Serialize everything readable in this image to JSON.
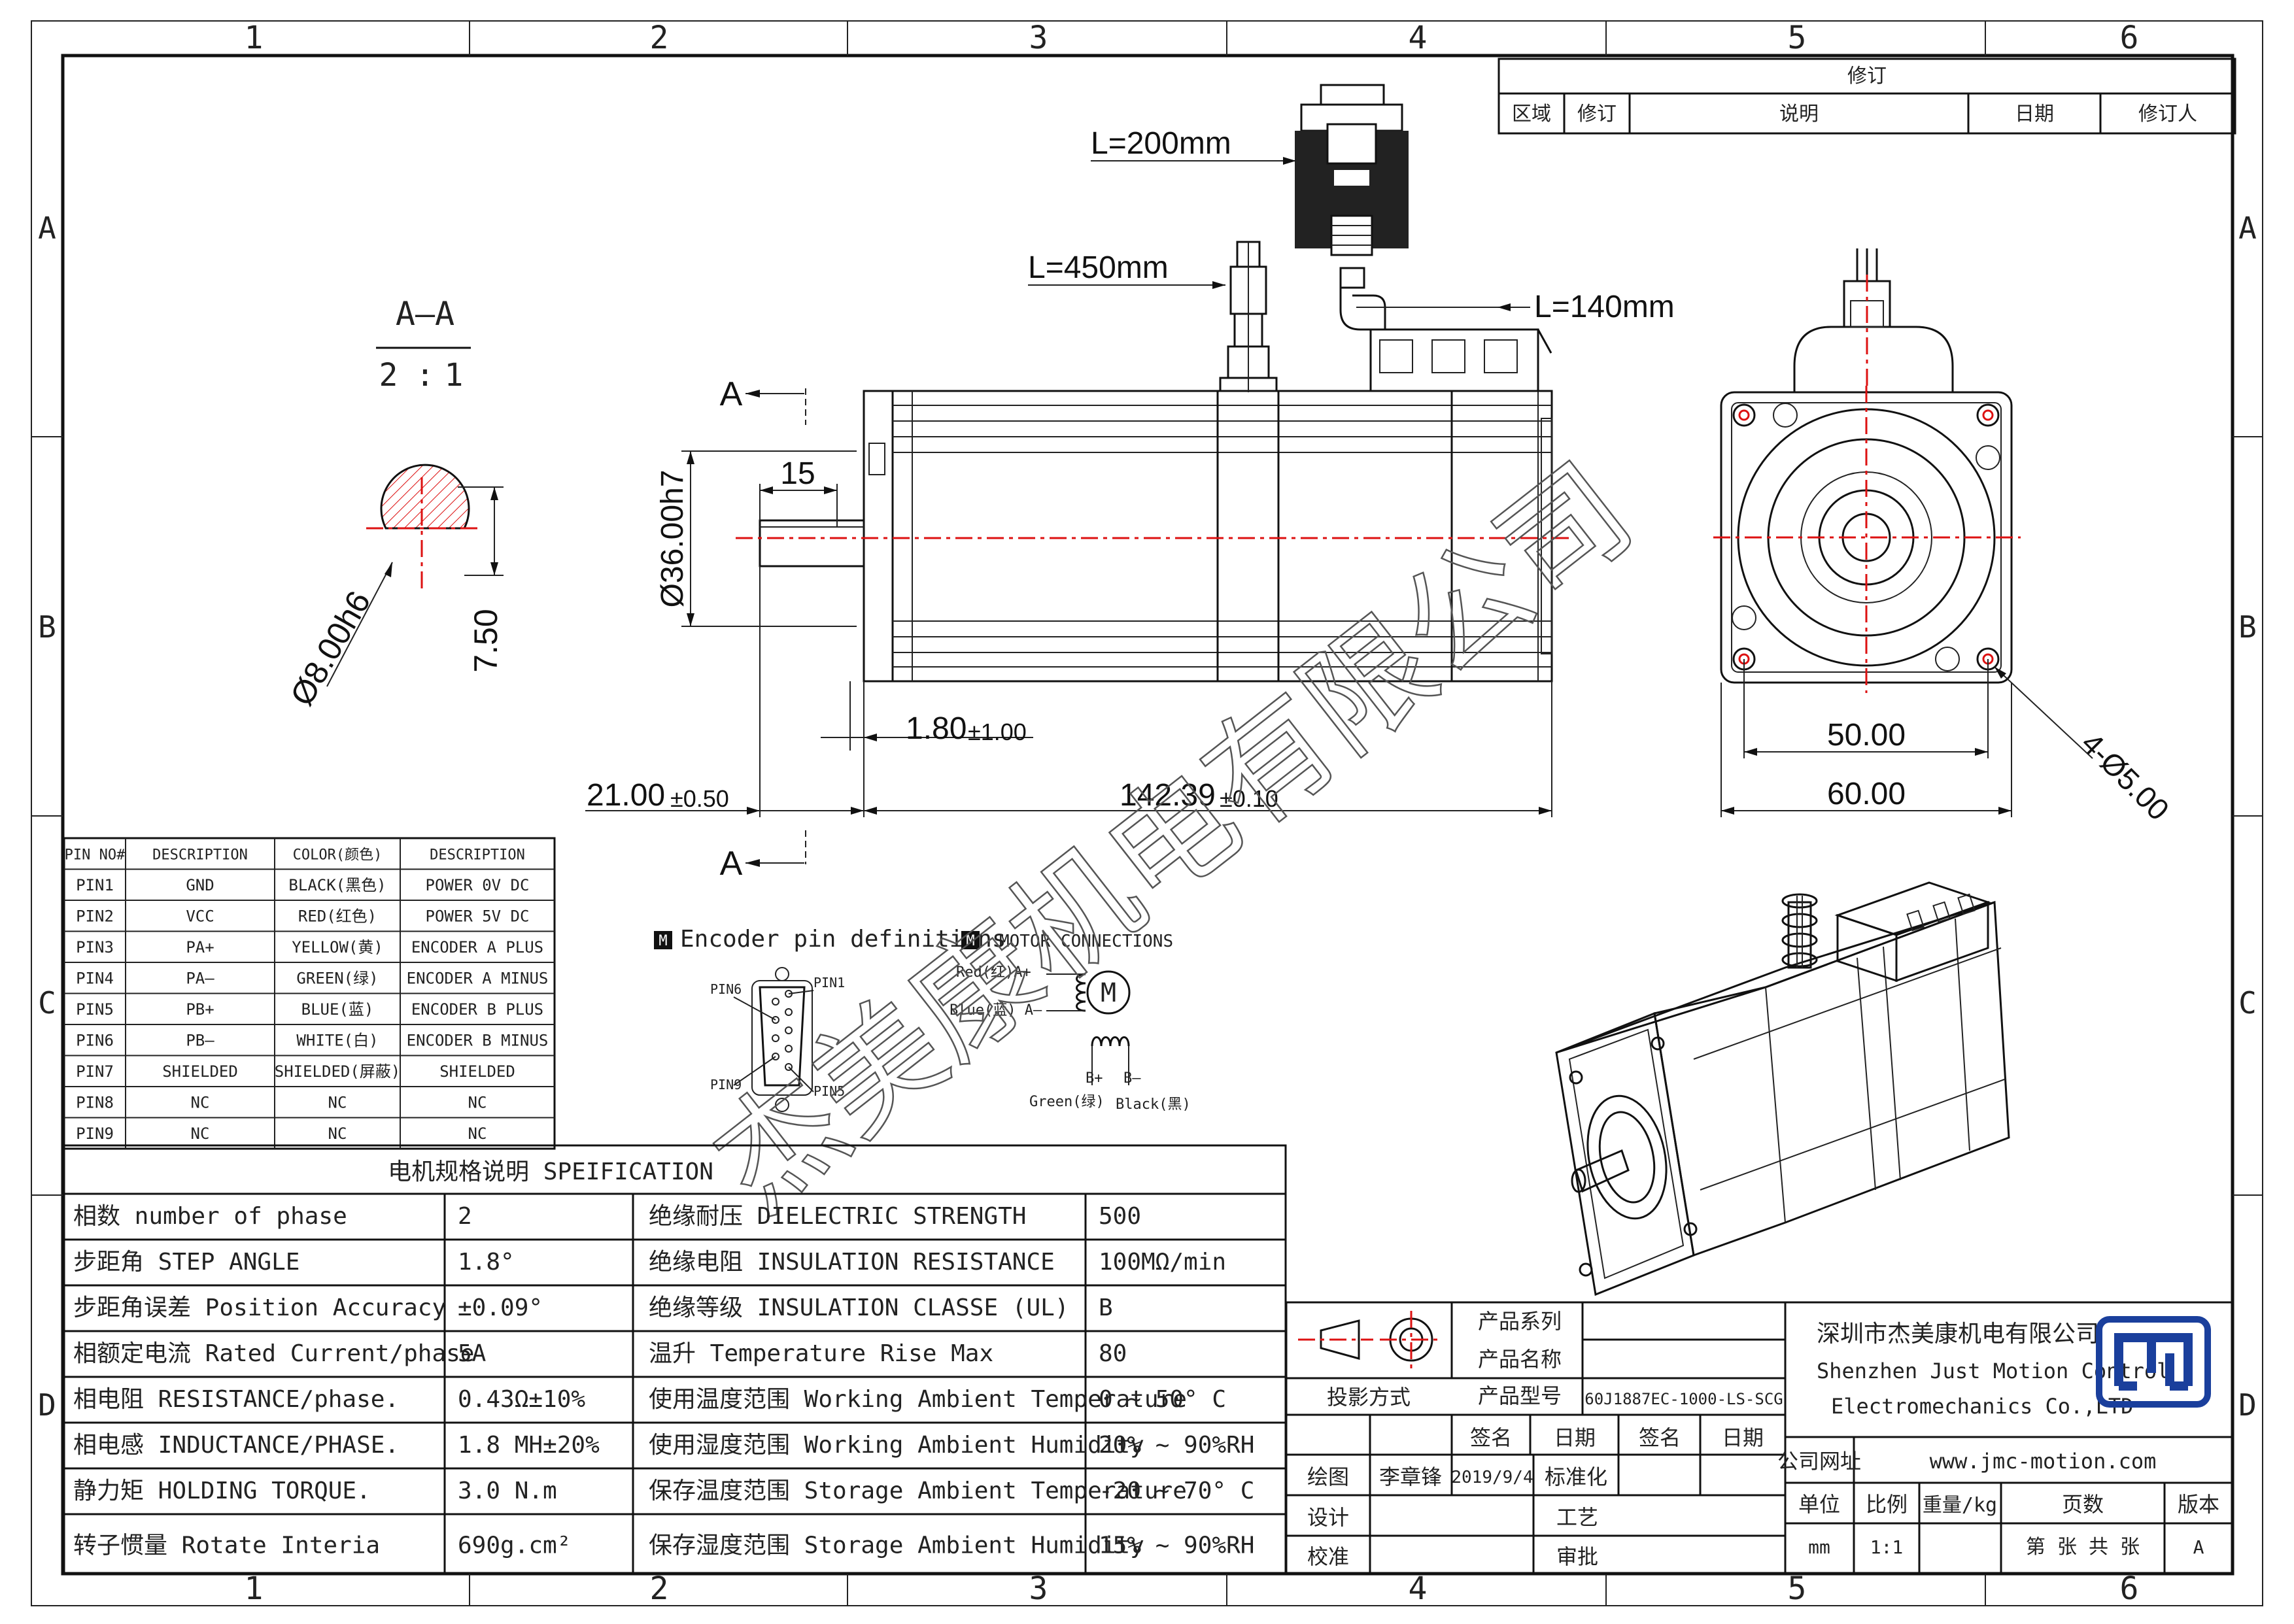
{
  "frame": {
    "columns_top": [
      "1",
      "2",
      "3",
      "4",
      "5",
      "6"
    ],
    "columns_bottom": [
      "1",
      "2",
      "3",
      "4",
      "5",
      "6"
    ],
    "rows_left": [
      "A",
      "B",
      "C",
      "D"
    ],
    "rows_right": [
      "A",
      "B",
      "C",
      "D"
    ]
  },
  "revision": {
    "title": "修订",
    "headers": [
      "区域",
      "修订",
      "说明",
      "日期",
      "修订人"
    ]
  },
  "section_view": {
    "label": "A—A",
    "scale_a": "2",
    "scale_sep": ":",
    "scale_b": "1",
    "shaft_dia": "Ø8.00h6",
    "flat": "7.50"
  },
  "side_view": {
    "cable_encoder": "L=200mm",
    "cable_motor": "L=450mm",
    "cable_brake": "L=140mm",
    "section_mark_top": "A",
    "section_mark_bottom": "A",
    "dim_15": "15",
    "dim_pilot": "Ø36.00h7",
    "dim_180": "1.80",
    "dim_180_tol": "±1.00",
    "dim_21": "21.00",
    "dim_21_tol": "±0.50",
    "dim_142": "142.39",
    "dim_142_tol": "±0.10"
  },
  "front_view": {
    "dim_50": "50.00",
    "dim_60": "60.00",
    "holes": "4-Ø5.00"
  },
  "watermark": "杰美康机电有限公司",
  "pin_table": {
    "headers": [
      "PIN NO#",
      "DESCRIPTION",
      "COLOR(颜色)",
      "DESCRIPTION"
    ],
    "rows": [
      [
        "PIN1",
        "GND",
        "BLACK(黑色)",
        "POWER 0V DC"
      ],
      [
        "PIN2",
        "VCC",
        "RED(红色)",
        "POWER 5V DC"
      ],
      [
        "PIN3",
        "PA+",
        "YELLOW(黄)",
        "ENCODER A PLUS"
      ],
      [
        "PIN4",
        "PA—",
        "GREEN(绿)",
        "ENCODER A MINUS"
      ],
      [
        "PIN5",
        "PB+",
        "BLUE(蓝)",
        "ENCODER B PLUS"
      ],
      [
        "PIN6",
        "PB—",
        "WHITE(白)",
        "ENCODER B MINUS"
      ],
      [
        "PIN7",
        "SHIELDED",
        "SHIELDED(屏蔽)",
        "SHIELDED"
      ],
      [
        "PIN8",
        "NC",
        "NC",
        "NC"
      ],
      [
        "PIN9",
        "NC",
        "NC",
        "NC"
      ]
    ]
  },
  "encoder_def": {
    "title": "Encoder pin definitions",
    "pin6": "PIN6",
    "pin1": "PIN1",
    "pin9": "PIN9",
    "pin5": "PIN5"
  },
  "motor_conn": {
    "title": "MOTOR CONNECTIONS",
    "red": "Red(红)A+",
    "blue": "Blue(蓝) A—",
    "bplus": "B+",
    "bminus": "B—",
    "green": "Green(绿)",
    "black": "Black(黑)",
    "m": "M"
  },
  "spec": {
    "title": "电机规格说明 SPEIFICATION",
    "rows": [
      [
        "相数 number of phase",
        "2",
        "绝缘耐压 DIELECTRIC STRENGTH",
        "500"
      ],
      [
        "步距角 STEP ANGLE",
        "1.8°",
        "绝缘电阻 INSULATION RESISTANCE",
        "100MΩ/min"
      ],
      [
        "步距角误差 Position Accuracy",
        "±0.09°",
        "绝缘等级 INSULATION CLASSE (UL)",
        "B"
      ],
      [
        "相额定电流 Rated Current/phase",
        "5A",
        "温升 Temperature Rise Max",
        "80"
      ],
      [
        "相电阻 RESISTANCE/phase.",
        "0.43Ω±10%",
        "使用温度范围 Working Ambient Temperature",
        "0 ~ 50° C"
      ],
      [
        "相电感 INDUCTANCE/PHASE.",
        "1.8 MH±20%",
        "使用湿度范围 Working Ambient Humidity",
        "20% ~ 90%RH"
      ],
      [
        "静力矩 HOLDING TORQUE.",
        "3.0 N.m",
        "保存温度范围 Storage Ambient Temperature",
        "-20 ~ 70° C"
      ],
      [
        "转子惯量 Rotate Interia",
        "690g.cm²",
        "保存湿度范围 Storage Ambient Humidity",
        "15% ~ 90%RH"
      ]
    ]
  },
  "title_block": {
    "series_label": "产品系列",
    "name_label": "产品名称",
    "model_label": "产品型号",
    "model_value": "60J1887EC-1000-LS-SCG",
    "projection": "投影方式",
    "sign": "签名",
    "date": "日期",
    "sign2": "签名",
    "date2": "日期",
    "draw": "绘图",
    "drawer": "李章锋",
    "draw_date": "2019/9/4",
    "std": "标准化",
    "design": "设计",
    "craft": "工艺",
    "check": "校准",
    "approve": "审批",
    "company_cn": "深圳市杰美康机电有限公司",
    "company_en1": "Shenzhen Just Motion Control",
    "company_en2": "Electromechanics Co.,LTD",
    "website_label": "公司网址",
    "website": "www.jmc-motion.com",
    "unit_label": "单位",
    "scale_label": "比例",
    "weight_label": "重量/kg",
    "page_label": "页数",
    "version_label": "版本",
    "unit": "mm",
    "scale": "1:1",
    "pages": "第 张 共 张",
    "version": "A",
    "logo_color": "#1a3f9c"
  }
}
